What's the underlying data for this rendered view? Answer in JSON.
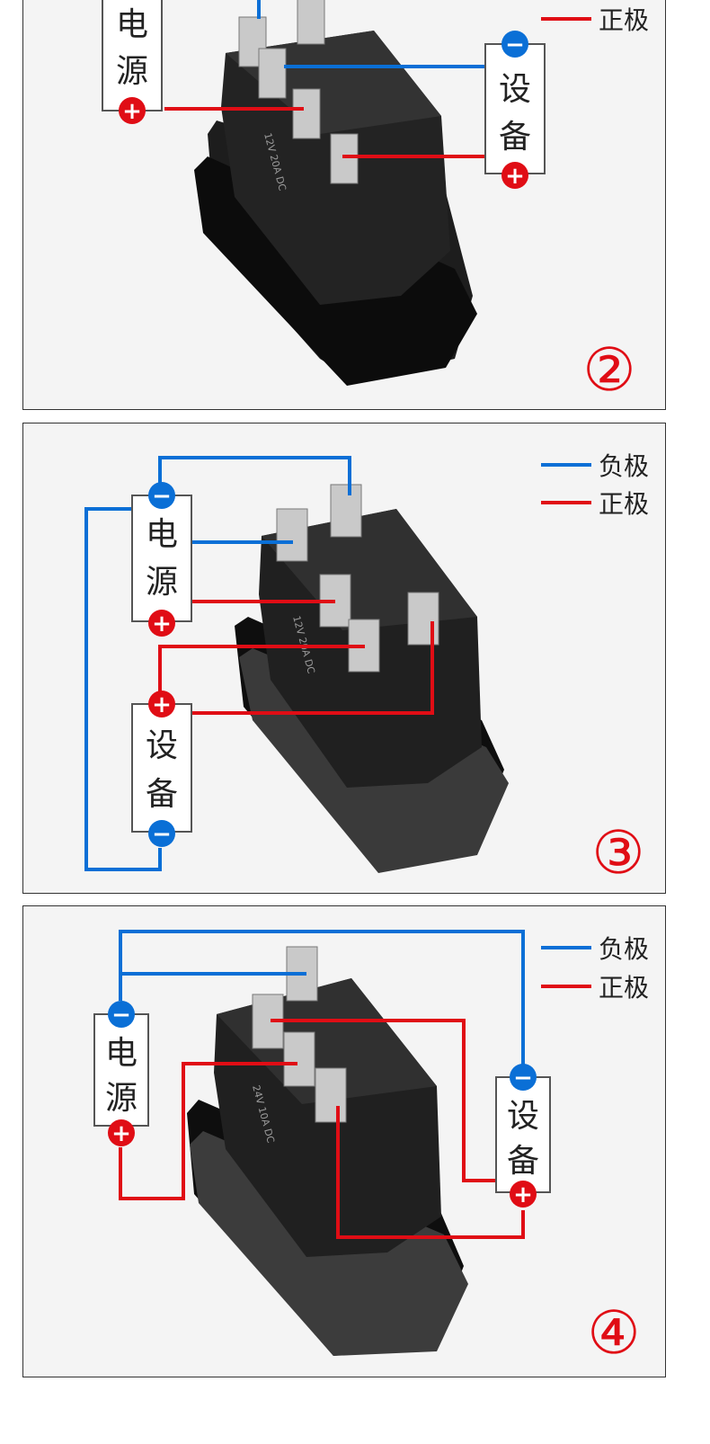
{
  "legend": {
    "negative": "负极",
    "positive": "正极"
  },
  "labels": {
    "power_top": "电",
    "power_bottom": "源",
    "device_top": "设",
    "device_bottom": "备",
    "minus": "−",
    "plus": "+"
  },
  "panels": [
    {
      "number": "②"
    },
    {
      "number": "③"
    },
    {
      "number": "④"
    }
  ],
  "switch_text": [
    "12V 20A DC",
    "24V 10A DC"
  ],
  "colors": {
    "negative": "#0a6fd6",
    "positive": "#e00d15",
    "switch": "#141414",
    "frame": "#333333"
  }
}
